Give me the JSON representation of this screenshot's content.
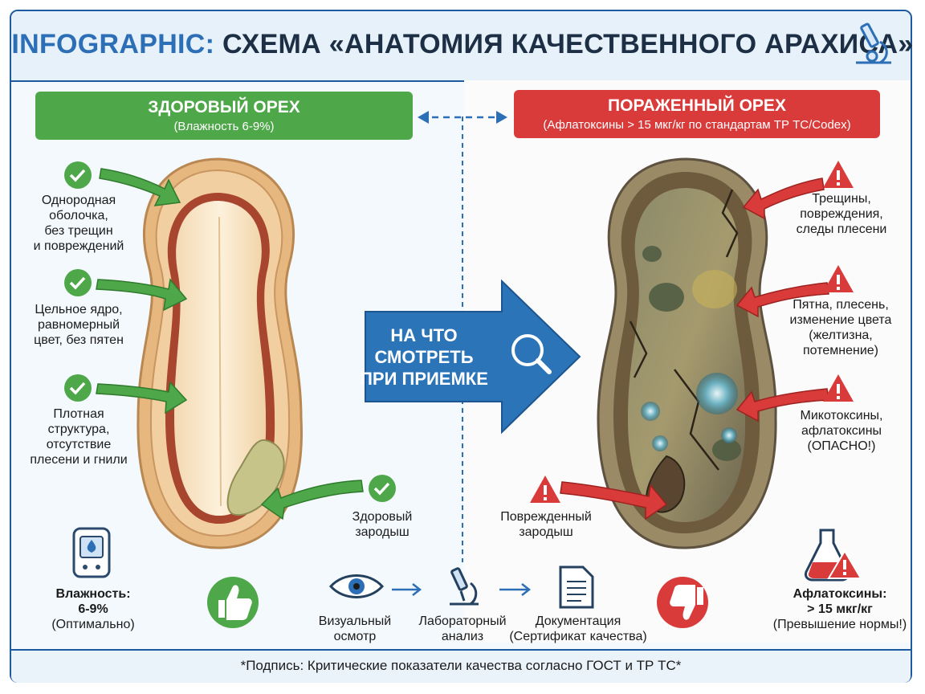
{
  "header": {
    "title_prefix": "INFOGRAPHIC:",
    "title_main": "СХЕМА «АНАТОМИЯ КАЧЕСТВЕННОГО АРАХИСА»"
  },
  "healthy": {
    "title": "ЗДОРОВЫЙ ОРЕХ",
    "subtitle": "(Влажность 6-9%)",
    "label_shell_1": "Однородная",
    "label_shell_2": "оболочка,",
    "label_shell_3": "без трещин",
    "label_shell_4": "и повреждений",
    "label_kernel_1": "Цельное ядро,",
    "label_kernel_2": "равномерный",
    "label_kernel_3": "цвет, без пятен",
    "label_struct_1": "Плотная",
    "label_struct_2": "структура,",
    "label_struct_3": "отсутствие",
    "label_struct_4": "плесени и гнили",
    "label_germ_1": "Здоровый",
    "label_germ_2": "зародыш",
    "moisture_label": "Влажность:",
    "moisture_value": "6-9%",
    "moisture_note": "(Оптимально)"
  },
  "damaged": {
    "title": "ПОРАЖЕННЫЙ ОРЕХ",
    "subtitle": "(Афлатоксины > 15 мкг/кг по стандартам ТР ТС/Codex)",
    "label_cracks_1": "Трещины,",
    "label_cracks_2": "повреждения,",
    "label_cracks_3": "следы плесени",
    "label_spots_1": "Пятна, плесень,",
    "label_spots_2": "изменение цвета",
    "label_spots_3": "(желтизна,",
    "label_spots_4": "потемнение)",
    "label_myco_1": "Микотоксины,",
    "label_myco_2": "афлатоксины",
    "label_myco_3": "(ОПАСНО!)",
    "label_germ_1": "Поврежденный",
    "label_germ_2": "зародыш",
    "aflatoxin_label": "Афлатоксины:",
    "aflatoxin_value": "> 15 мкг/кг",
    "aflatoxin_note": "(Превышение нормы!)"
  },
  "center": {
    "line1": "НА ЧТО",
    "line2": "СМОТРЕТЬ",
    "line3": "ПРИ ПРИЕМКЕ"
  },
  "process": {
    "step1_1": "Визуальный",
    "step1_2": "осмотр",
    "step2_1": "Лабораторный",
    "step2_2": "анализ",
    "step3_1": "Документация",
    "step3_2": "(Сертификат качества)"
  },
  "footer": {
    "caption": "*Подпись: Критические показатели качества согласно ГОСТ и ТР ТС*"
  },
  "colors": {
    "primary_blue": "#2c6fb6",
    "healthy_green": "#4ea749",
    "danger_red": "#d93b3a"
  }
}
